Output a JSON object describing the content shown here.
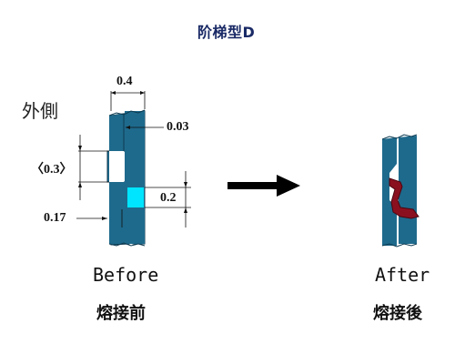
{
  "title": "阶梯型D",
  "side_label": "外側",
  "dimensions": {
    "top_width": "0.4",
    "gap_top": "0.03",
    "left_recess": "〈0.3〉",
    "right_height": "0.2",
    "bottom_left": "0.17"
  },
  "captions": {
    "before_en": "Before",
    "before_zh": "熔接前",
    "after_en": "After",
    "after_zh": "熔接後"
  },
  "colors": {
    "steel": "#1e6a8c",
    "cyan_fill": "#00e5ff",
    "weld": "#8a1020",
    "arrow": "#000000"
  }
}
